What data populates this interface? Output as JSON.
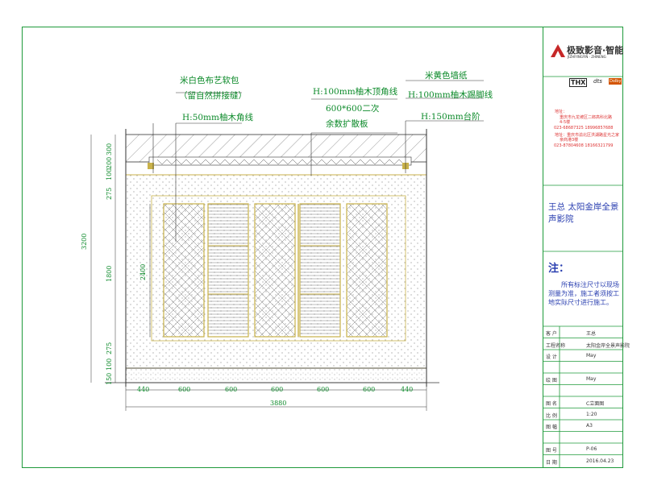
{
  "annotations": {
    "left": [
      "米白色布艺软包",
      "（留自然拼接缝）",
      "H:50mm柚木角线"
    ],
    "center": [
      "H:100mm柚木顶角线",
      "600*600二次",
      "余数扩散板"
    ],
    "right": [
      "米黄色墙纸",
      "H:100mm柚木踢脚线",
      "H:150mm台阶"
    ]
  },
  "dimensions": {
    "vertical_left": [
      "150",
      "100",
      "275",
      "1800",
      "275",
      "100",
      "200",
      "300"
    ],
    "vertical_total": "3200",
    "door_height": "2400",
    "horizontal": [
      "440",
      "600",
      "600",
      "600",
      "600",
      "600",
      "440"
    ],
    "horizontal_total": "3880"
  },
  "title_block": {
    "brand": "极致影音·智能",
    "brand_sub": "JIZHIYINGYIN · ZHINENG",
    "logos": [
      "THX",
      "dts",
      "Dolby"
    ],
    "contact": {
      "line1": "地址：",
      "line2": "重庆市九龙坡区二郎高科北路",
      "line3": "4-5楼",
      "phone1": "023-68687325   18996857688",
      "line4": "地址：重庆市渝北区洪湖路星光之家",
      "line5": "亲商港3楼",
      "phone2": "023-87804608   18166321799"
    },
    "project": "王总  太阳金岸全景声影院",
    "note_title": "注：",
    "note_body": "所有标注尺寸以现场测量为准，施工者须按工地实际尺寸进行施工。",
    "rows": [
      {
        "label": "客  户",
        "value": "王总"
      },
      {
        "label": "工程名称",
        "value": "太阳金岸全景声影院"
      },
      {
        "label": "设  计",
        "value": "May"
      },
      {
        "label": "",
        "value": ""
      },
      {
        "label": "绘  图",
        "value": "May"
      },
      {
        "label": "",
        "value": ""
      },
      {
        "label": "图  名",
        "value": "C立面图"
      },
      {
        "label": "比  例",
        "value": "1:20"
      },
      {
        "label": "图  幅",
        "value": "A3"
      },
      {
        "label": "",
        "value": ""
      },
      {
        "label": "图  号",
        "value": "P-06"
      },
      {
        "label": "日  期",
        "value": "2016.04.23"
      }
    ]
  }
}
